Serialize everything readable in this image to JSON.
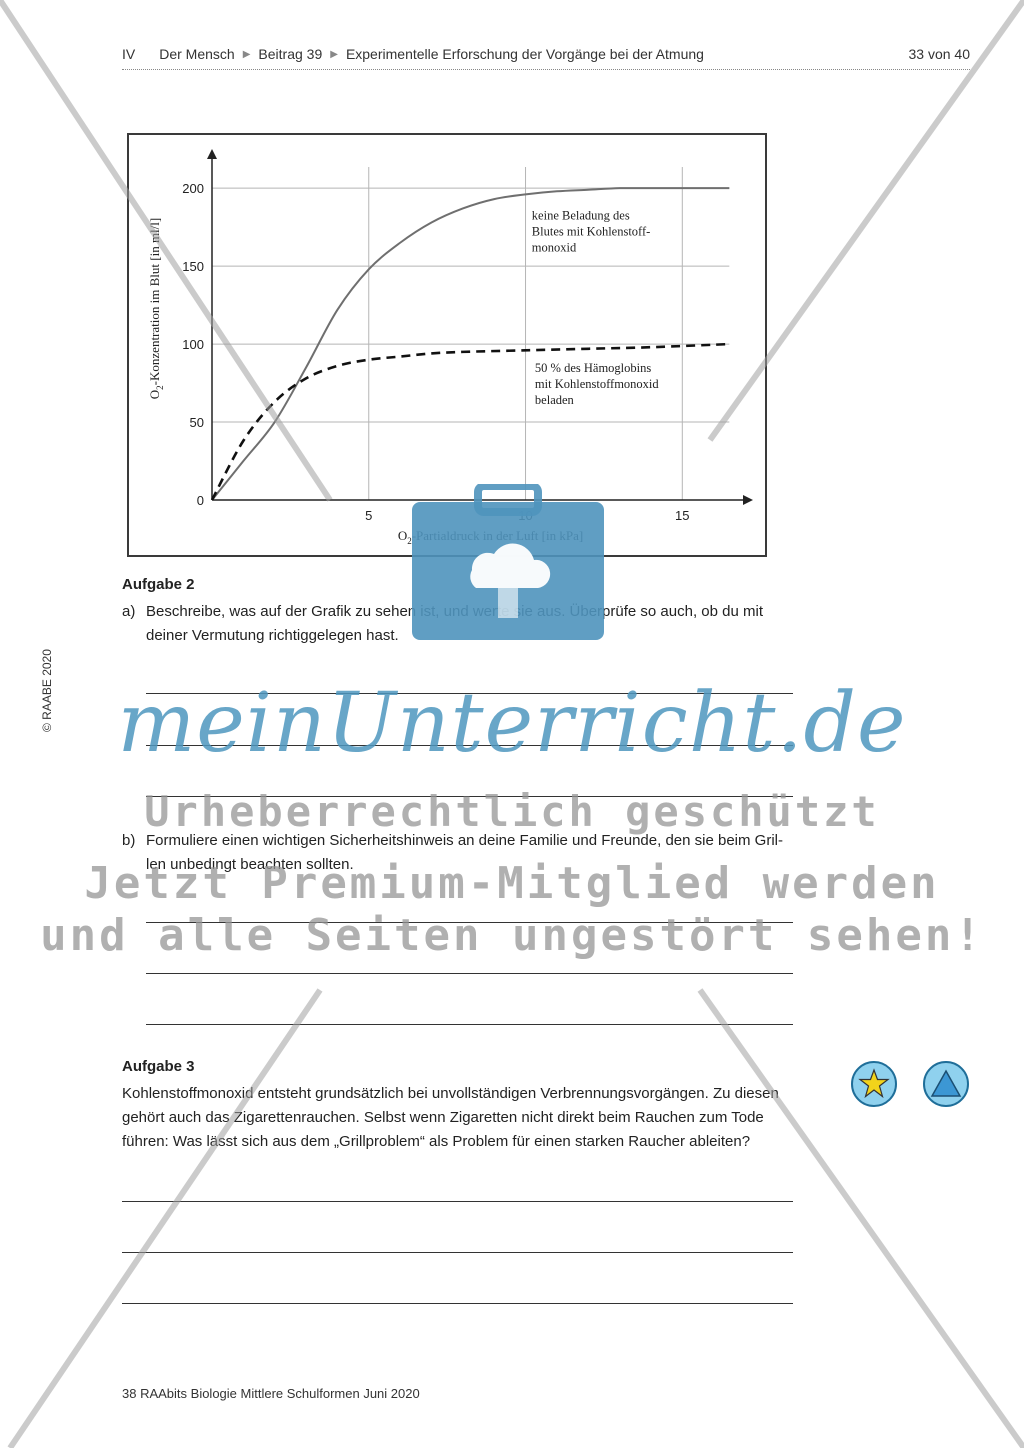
{
  "header": {
    "section": "IV",
    "topic": "Der Mensch",
    "article": "Beitrag 39",
    "title": "Experimentelle Erforschung der Vorgänge bei der Atmung",
    "page": "33 von 40"
  },
  "chart_data": {
    "type": "line",
    "xlabel_main": "O",
    "xlabel_sub": "2",
    "xlabel_rest": "-Partialdruck in der Luft [in kPa]",
    "ylabel_main": "O",
    "ylabel_sub": "2",
    "ylabel_rest": "-Konzentration im Blut [in ml/l]",
    "xlim": [
      0,
      17
    ],
    "ylim": [
      0,
      220
    ],
    "x_ticks": [
      5,
      10,
      15
    ],
    "y_ticks": [
      0,
      50,
      100,
      150,
      200
    ],
    "grid": true,
    "series": [
      {
        "label_lines": [
          "keine Beladung des",
          "Blutes mit Kohlenstoff-",
          "monoxid"
        ],
        "style": "solid",
        "color": "#6f6f6f",
        "x": [
          0,
          1,
          2,
          3,
          4,
          5,
          6,
          7,
          8,
          9,
          10,
          11,
          12,
          13,
          14,
          15,
          16.5
        ],
        "y": [
          0,
          25,
          50,
          85,
          122,
          148,
          165,
          178,
          187,
          193,
          196,
          198,
          199,
          200,
          200,
          200,
          200
        ]
      },
      {
        "label_lines": [
          "50 % des Hämoglobins",
          "mit Kohlenstoffmonoxid",
          "beladen"
        ],
        "style": "dashed",
        "color": "#111111",
        "x": [
          0,
          1,
          2,
          3,
          4,
          5,
          6,
          7,
          8,
          10,
          12,
          14,
          16.5
        ],
        "y": [
          0,
          38,
          63,
          78,
          86,
          90,
          92,
          94,
          95,
          96,
          97,
          98,
          100
        ]
      }
    ]
  },
  "aufgabe2": {
    "title": "Aufgabe 2",
    "a_label": "a)",
    "a_line1": "Beschreibe, was auf der Grafik zu sehen ist, und werte sie aus. Überprüfe so auch, ob du mit",
    "a_line2": "deiner Vermutung richtiggelegen hast.",
    "b_label": "b)",
    "b_line1": "Formuliere einen wichtigen Sicherheitshinweis an deine Familie und Freunde, den sie beim Gril-",
    "b_line2": "len unbedingt beachten sollten."
  },
  "aufgabe3": {
    "title": "Aufgabe 3",
    "line1": "Kohlenstoffmonoxid entsteht grundsätzlich bei unvollständigen Verbrennungsvorgängen. Zu diesen",
    "line2": "gehört auch das Zigarettenrauchen. Selbst wenn Zigaretten nicht direkt beim Rauchen zum Tode",
    "line3": "führen: Was lässt sich aus dem „Grillproblem“ als Problem für einen starken Raucher ableiten?"
  },
  "side_copyright": "© RAABE 2020",
  "footer": "38 RAAbits Biologie Mittlere Schulformen Juni 2020",
  "badges": {
    "star_icon": "star-icon",
    "triangle_icon": "triangle-icon",
    "fill": "#8fd1ee",
    "border": "#1f6e99"
  },
  "watermark": {
    "logo_text": "meinUnterricht.de",
    "line1": "Urheberrechtlich geschützt",
    "line2": "Jetzt Premium-Mitglied werden",
    "line3": "und alle Seiten ungestört sehen!"
  }
}
